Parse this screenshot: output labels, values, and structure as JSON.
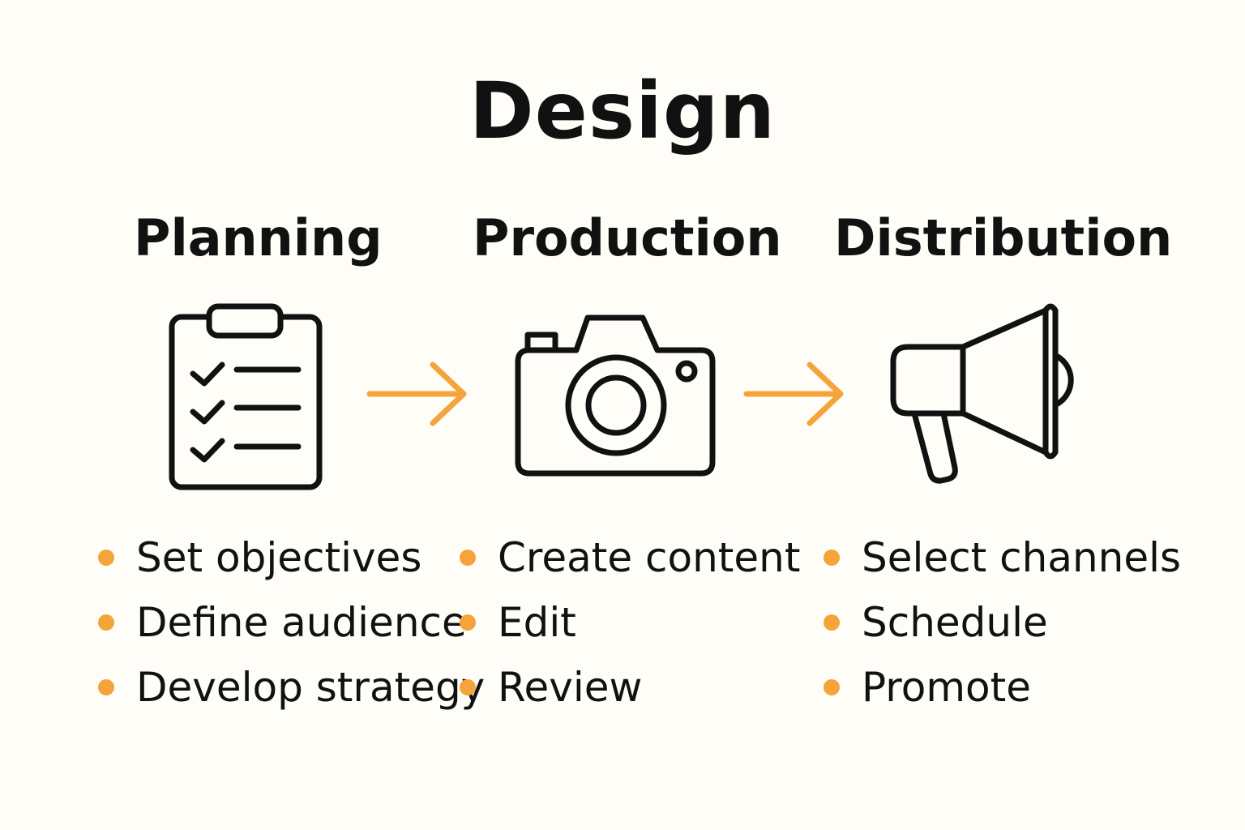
{
  "title": "Design",
  "accent_color": "#f5a43a",
  "stroke_color": "#111111",
  "stages": [
    {
      "title": "Planning",
      "icon": "clipboard-checklist-icon",
      "items": [
        "Set objectives",
        "Define audience",
        "Develop strategy"
      ]
    },
    {
      "title": "Production",
      "icon": "camera-icon",
      "items": [
        "Create content",
        "Edit",
        "Review"
      ]
    },
    {
      "title": "Distribution",
      "icon": "megaphone-icon",
      "items": [
        "Select channels",
        "Schedule",
        "Promote"
      ]
    }
  ]
}
